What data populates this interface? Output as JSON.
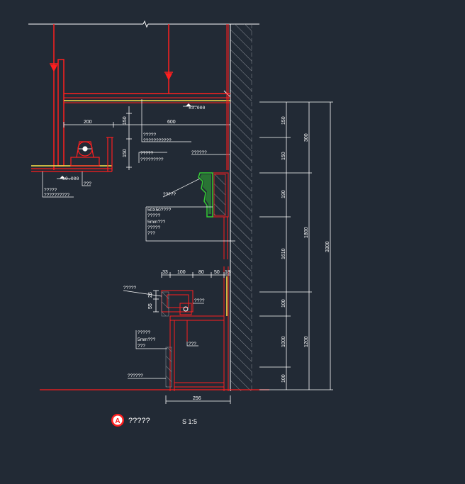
{
  "colors": {
    "background": "#222a35",
    "red": "#ff1f1f",
    "white": "#ffffff",
    "yellow": "#ffe44a",
    "green": "#33cc33",
    "grey": "#8a8f96"
  },
  "icons": [
    "section-marker-icon",
    "motor-icon",
    "hatch-pattern"
  ],
  "dims": {
    "d200": "200",
    "d600": "600",
    "d150a": "150",
    "d150b": "150",
    "d33": "33",
    "d100h": "100",
    "d80": "80",
    "d50": "50",
    "d18": "18",
    "d55": "55",
    "d25": "25",
    "d256": "256",
    "r150a": "150",
    "r150b": "150",
    "r190": "190",
    "r1610": "1610",
    "r100a": "100",
    "r1000": "1000",
    "r100b": "100",
    "r300": "300",
    "r1800": "1800",
    "r1200": "1200",
    "r3300": "3300"
  },
  "labels": {
    "elev1": "±3.000",
    "elev2": "±0.000",
    "n1": "?????",
    "n2": "???????????",
    "n3": "?????",
    "n4": "?????????",
    "n5": "??????",
    "n6": "?????",
    "n7": "??????????",
    "n8": "???",
    "n9": "?????",
    "n10": "50X50????",
    "n11": "?????",
    "n12": "5mm???",
    "n13": "?????",
    "n14": "???",
    "n15": "?????",
    "n16": "????",
    "n17": "?????",
    "n18": "5mm???",
    "n19": "???",
    "n20": "???",
    "n21": "??????"
  },
  "title": {
    "marker": "A",
    "text": "?????",
    "scale": "S 1:5"
  }
}
